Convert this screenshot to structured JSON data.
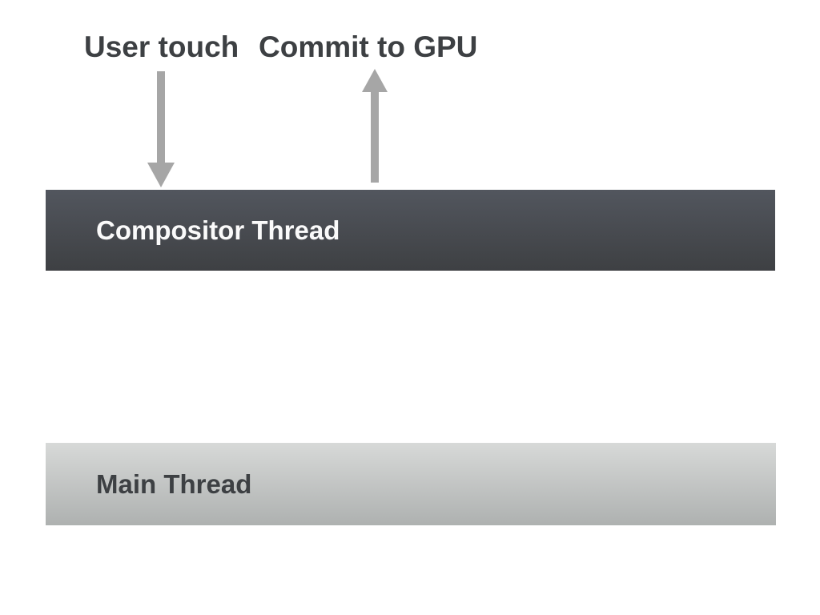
{
  "colors": {
    "background": "#ffffff",
    "label_text": "#3d4043",
    "arrow": "#a6a6a6",
    "compositor_top": "#52565e",
    "compositor_bottom": "#3e4043",
    "compositor_text": "#fafafa",
    "main_top": "#d7d9d8",
    "main_bottom": "#aeb1b0",
    "main_text": "#3d4043"
  },
  "diagram": {
    "labels": {
      "user_touch": "User touch",
      "commit_to_gpu": "Commit to GPU"
    },
    "bars": {
      "compositor": {
        "label": "Compositor Thread"
      },
      "main": {
        "label": "Main Thread"
      }
    },
    "arrows": [
      {
        "name": "user-touch-arrow",
        "direction": "down"
      },
      {
        "name": "commit-to-gpu-arrow",
        "direction": "up"
      }
    ]
  }
}
